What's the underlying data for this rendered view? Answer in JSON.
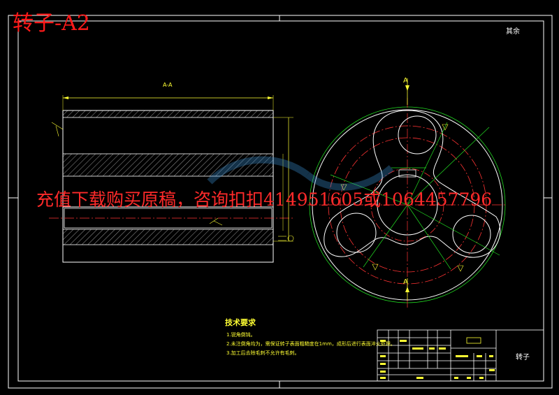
{
  "title": "转子-A2",
  "watermark": "充值下载购买原稿，咨询扣扣414951605或1064457796",
  "roughness_note": "其余",
  "section_label": "A-A",
  "section_mark": "A",
  "technical_requirements": {
    "heading": "技术要求",
    "lines": [
      "1.锐角倒钝。",
      "2.未注倒角均为，需保证转子表面粗糙度在1mm，成形后进行表面淬火处理。",
      "3.加工后去除毛刺不允许有毛刺。"
    ]
  },
  "title_block": {
    "part_name": "转子"
  }
}
